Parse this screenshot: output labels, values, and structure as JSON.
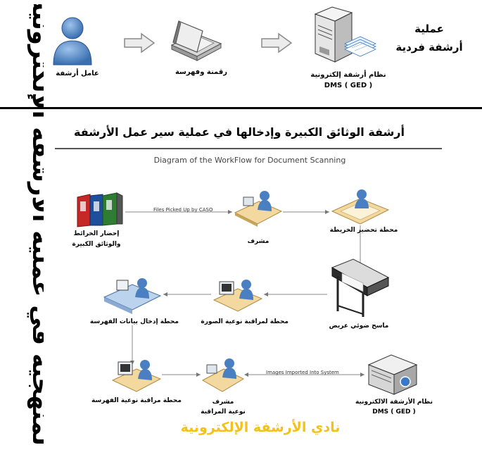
{
  "side_title": "المنهجية في عملية الأرشفة الإلكترونية",
  "top_process": {
    "title_line1": "عملية",
    "title_line2": "أرشفة فردية",
    "steps": [
      {
        "label": "عامل أرشفة"
      },
      {
        "label": "رقمنة وفهرسة"
      },
      {
        "label": "نظام أرشفة إلكترونية",
        "sublabel": "DMS ( GED )"
      }
    ]
  },
  "main_title": "أرشفة الوثائق الكبيرة وإدخالها في عملية سير عمل الأرشفة",
  "diagram_caption": "Diagram of the WorkFlow for Document Scanning",
  "workflow": {
    "nodes": [
      {
        "id": "binders",
        "label_line1": "إحضار الخرائط",
        "label_line2": "والوثائق الكبيرة"
      },
      {
        "id": "supervisor1",
        "label_line1": "مشرف",
        "label_line2": ""
      },
      {
        "id": "map-prep",
        "label_line1": "محطة تحضير الخريطة",
        "label_line2": ""
      },
      {
        "id": "scanner",
        "label_line1": "ماسح ضوئي عريض",
        "label_line2": ""
      },
      {
        "id": "image-qa",
        "label_line1": "محطة لمراقبة نوعية الصورة",
        "label_line2": ""
      },
      {
        "id": "index-entry",
        "label_line1": "محطة إدخال بيانات الفهرسة",
        "label_line2": ""
      },
      {
        "id": "index-qa",
        "label_line1": "محطة مراقبة نوعية الفهرسة",
        "label_line2": ""
      },
      {
        "id": "supervisor2",
        "label_line1": "مشرف",
        "label_line2": "نوعية المراقبة"
      },
      {
        "id": "dms",
        "label_line1": "نظام الأرشفة الالكترونية",
        "label_line2": "DMS ( GED )"
      }
    ],
    "edge_labels": {
      "picked_up": "Files Picked Up by CASO",
      "imported": "Images Imported Into System"
    }
  },
  "footer": "نادي الأرشفة الإلكترونية",
  "colors": {
    "footer": "#f2c21c",
    "arrow": "#8a8a8a",
    "person": "#4a7fc1"
  }
}
